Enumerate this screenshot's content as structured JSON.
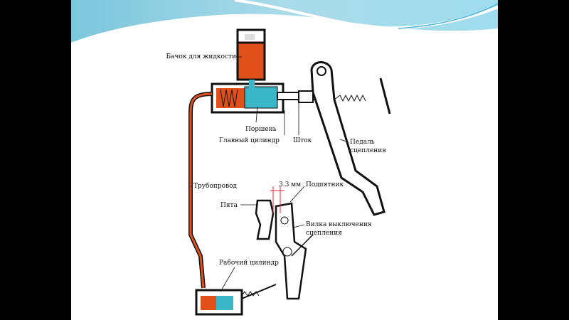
{
  "slide": {
    "labels": {
      "reservoir": "Бачок для жидкости",
      "piston": "Поршень",
      "master_cylinder": "Главный цилиндр",
      "rod": "Шток",
      "pedal_1": "Педаль",
      "pedal_2": "сцепления",
      "pipeline": "Трубопровод",
      "gap": "3.3 мм",
      "release_bearing": "Подпятник",
      "heel": "Пята",
      "fork_1": "Вилка выключения",
      "fork_2": "сцепления",
      "slave_cylinder": "Рабочий цилиндр"
    },
    "colors": {
      "fluid": "#e0501a",
      "cylinder": "#3ab6c8",
      "wave": "#6cc4e0"
    }
  }
}
